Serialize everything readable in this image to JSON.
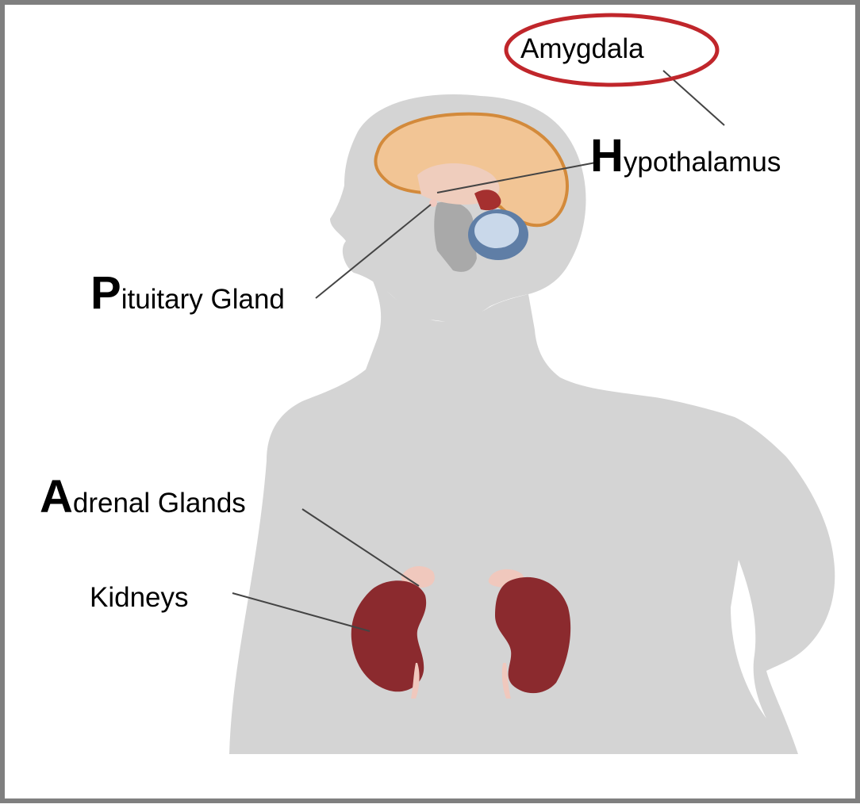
{
  "labels": {
    "amygdala": "Amygdala",
    "hypothalamus_initial": "H",
    "hypothalamus_rest": "ypothalamus",
    "pituitary_initial": "P",
    "pituitary_rest": "ituitary Gland",
    "adrenal_initial": "A",
    "adrenal_rest": "drenal Glands",
    "kidneys": "Kidneys"
  },
  "colors": {
    "silhouette": "#d3d3d3",
    "kidney": "#8b2a2e",
    "adrenal": "#f1c9bf",
    "brain_outline": "#d9903f",
    "brain_fill": "#f3c79a",
    "cerebellum": "#9fb9d6",
    "highlight_ellipse": "#c0262b"
  }
}
